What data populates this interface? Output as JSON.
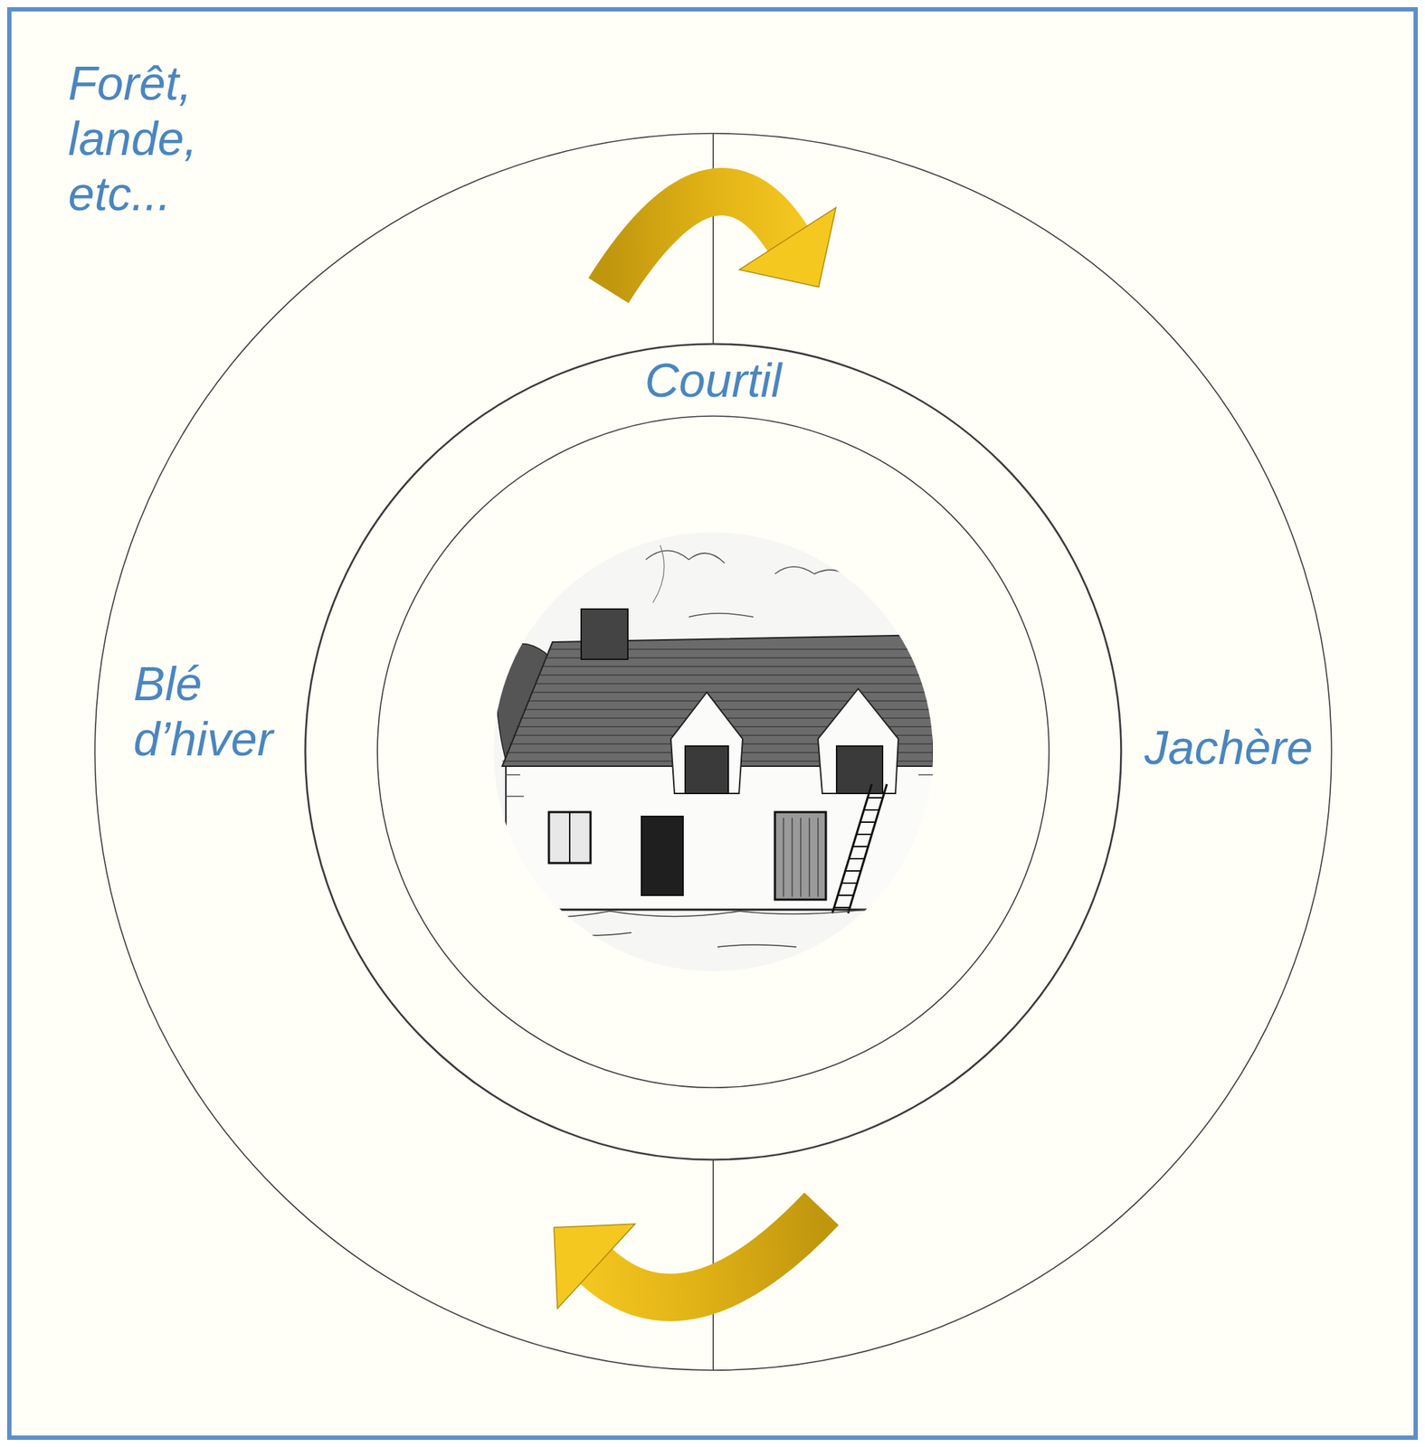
{
  "diagram": {
    "nodes": [
      {
        "text": [
          "Forêt, lande, etc..."
        ]
      },
      {
        "text": [
          "Courtil"
        ],
        "in": 0
      },
      {
        "text": [
          "Blé d’hiver"
        ],
        "in": 0
      },
      {
        "text": [
          "Jachère"
        ],
        "in": 0
      }
    ],
    "edges": [
      {
        "from": 2,
        "to": 3,
        "arrow": "to"
      },
      {
        "from": 3,
        "to": 2,
        "arrow": "to"
      }
    ]
  }
}
